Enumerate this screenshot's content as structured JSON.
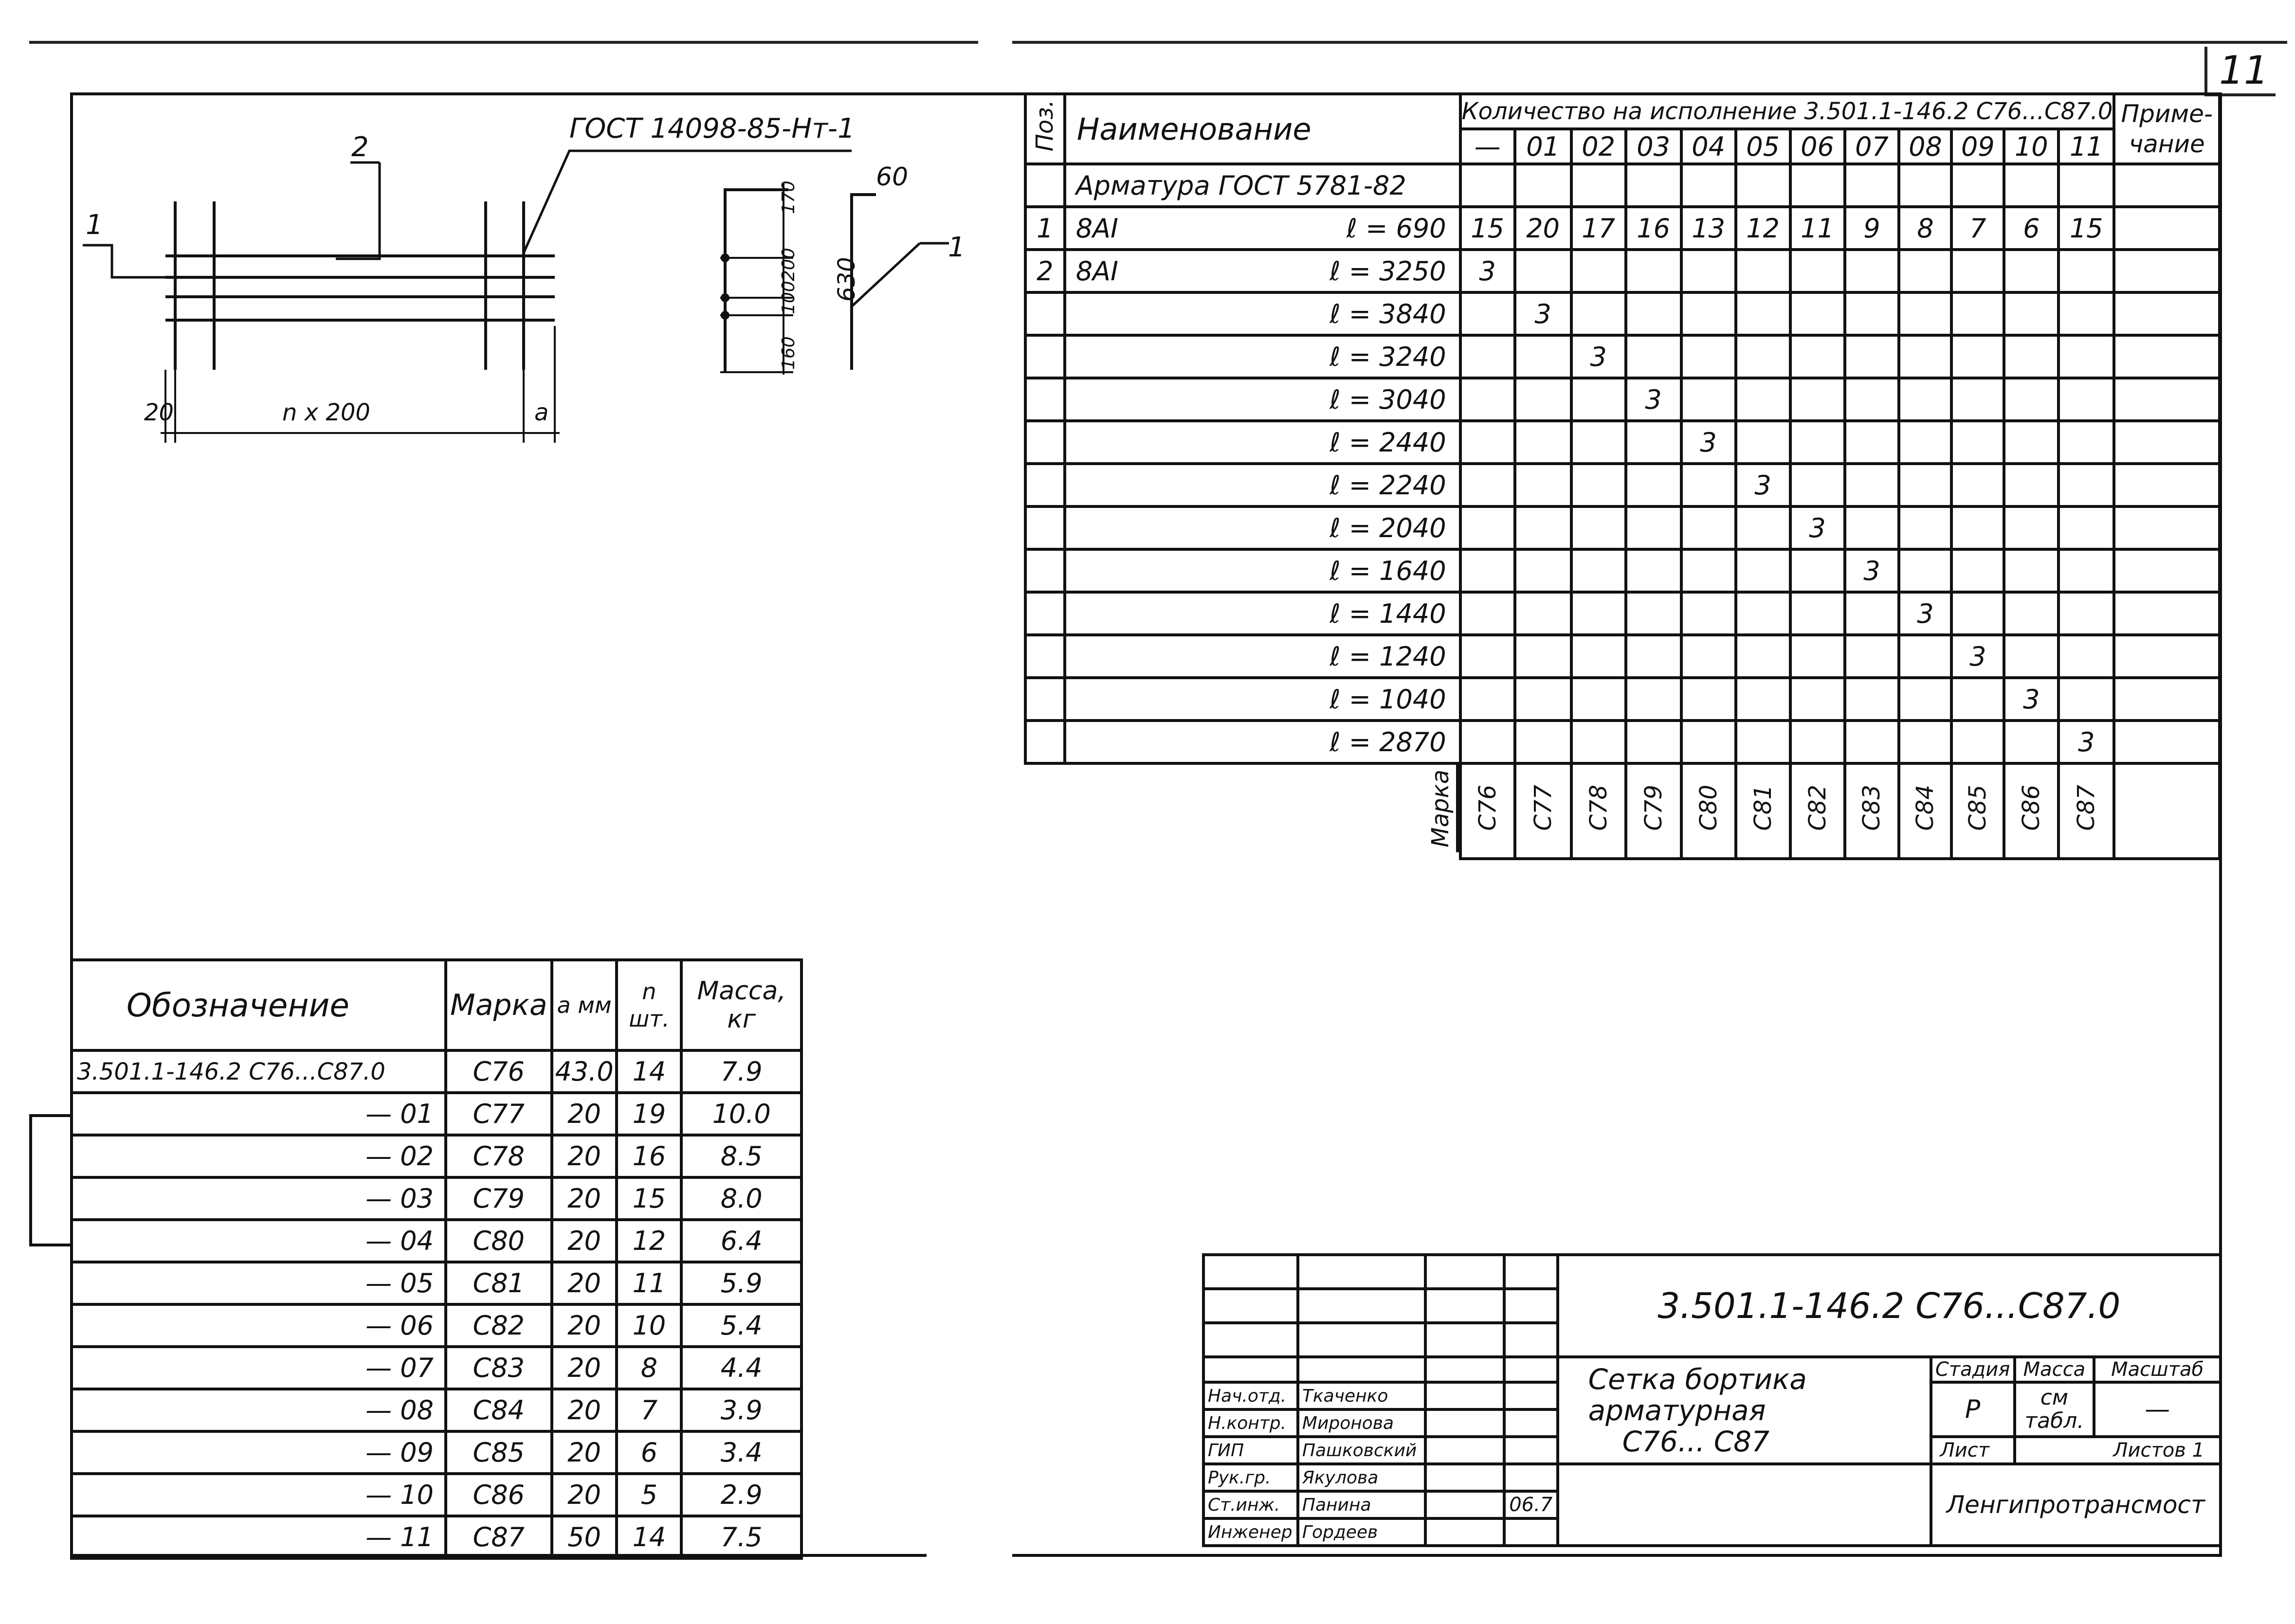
{
  "sheet": {
    "number": "11"
  },
  "drawing": {
    "standard_label": "ГОСТ 14098-85-Нт-1",
    "pos_label_1": "1",
    "pos_label_2": "2",
    "dim_left": "20",
    "dim_span": "n x 200",
    "dim_right": "a",
    "section_dims": [
      "170",
      "200",
      "100",
      "160"
    ],
    "section_height": "630",
    "section_top": "60",
    "section_pos": "1"
  },
  "spec_table": {
    "pos_header": "Поз.",
    "name_header": "Наименование",
    "qty_header": "Количество на исполнение 3.501.1-146.2   С76...С87.0",
    "note_header": "Приме-чание",
    "columns": [
      "—",
      "01",
      "02",
      "03",
      "04",
      "05",
      "06",
      "07",
      "08",
      "09",
      "10",
      "11"
    ],
    "section_title": "Арматура ГОСТ 5781-82",
    "rows": [
      {
        "pos": "1",
        "name": "8AI",
        "length": "ℓ = 690",
        "qty": [
          "15",
          "20",
          "17",
          "16",
          "13",
          "12",
          "11",
          "9",
          "8",
          "7",
          "6",
          "15"
        ]
      },
      {
        "pos": "2",
        "name": "8AI",
        "length": "ℓ = 3250",
        "qty": [
          "3",
          "",
          "",
          "",
          "",
          "",
          "",
          "",
          "",
          "",
          "",
          ""
        ]
      },
      {
        "pos": "",
        "name": "",
        "length": "ℓ = 3840",
        "qty": [
          "",
          "3",
          "",
          "",
          "",
          "",
          "",
          "",
          "",
          "",
          "",
          ""
        ]
      },
      {
        "pos": "",
        "name": "",
        "length": "ℓ = 3240",
        "qty": [
          "",
          "",
          "3",
          "",
          "",
          "",
          "",
          "",
          "",
          "",
          "",
          ""
        ]
      },
      {
        "pos": "",
        "name": "",
        "length": "ℓ = 3040",
        "qty": [
          "",
          "",
          "",
          "3",
          "",
          "",
          "",
          "",
          "",
          "",
          "",
          ""
        ]
      },
      {
        "pos": "",
        "name": "",
        "length": "ℓ = 2440",
        "qty": [
          "",
          "",
          "",
          "",
          "3",
          "",
          "",
          "",
          "",
          "",
          "",
          ""
        ]
      },
      {
        "pos": "",
        "name": "",
        "length": "ℓ = 2240",
        "qty": [
          "",
          "",
          "",
          "",
          "",
          "3",
          "",
          "",
          "",
          "",
          "",
          ""
        ]
      },
      {
        "pos": "",
        "name": "",
        "length": "ℓ = 2040",
        "qty": [
          "",
          "",
          "",
          "",
          "",
          "",
          "3",
          "",
          "",
          "",
          "",
          ""
        ]
      },
      {
        "pos": "",
        "name": "",
        "length": "ℓ = 1640",
        "qty": [
          "",
          "",
          "",
          "",
          "",
          "",
          "",
          "3",
          "",
          "",
          "",
          ""
        ]
      },
      {
        "pos": "",
        "name": "",
        "length": "ℓ = 1440",
        "qty": [
          "",
          "",
          "",
          "",
          "",
          "",
          "",
          "",
          "3",
          "",
          "",
          ""
        ]
      },
      {
        "pos": "",
        "name": "",
        "length": "ℓ = 1240",
        "qty": [
          "",
          "",
          "",
          "",
          "",
          "",
          "",
          "",
          "",
          "3",
          "",
          ""
        ]
      },
      {
        "pos": "",
        "name": "",
        "length": "ℓ = 1040",
        "qty": [
          "",
          "",
          "",
          "",
          "",
          "",
          "",
          "",
          "",
          "",
          "3",
          ""
        ]
      },
      {
        "pos": "",
        "name": "",
        "length": "ℓ = 2870",
        "qty": [
          "",
          "",
          "",
          "",
          "",
          "",
          "",
          "",
          "",
          "",
          "",
          "3"
        ]
      }
    ],
    "marka_label": "Марка",
    "marks": [
      "С76",
      "С77",
      "С78",
      "С79",
      "С80",
      "С81",
      "С82",
      "С83",
      "С84",
      "С85",
      "С86",
      "С87"
    ]
  },
  "designation_table": {
    "headers": {
      "designation": "Обозначение",
      "mark": "Марка",
      "a": "a мм",
      "n": "n шт.",
      "mass": "Масса, кг"
    },
    "rows": [
      {
        "designation": "3.501.1-146.2  С76...С87.0",
        "mark": "С76",
        "a": "43.0",
        "n": "14",
        "mass": "7.9"
      },
      {
        "designation": "— 01",
        "mark": "С77",
        "a": "20",
        "n": "19",
        "mass": "10.0"
      },
      {
        "designation": "— 02",
        "mark": "С78",
        "a": "20",
        "n": "16",
        "mass": "8.5"
      },
      {
        "designation": "— 03",
        "mark": "С79",
        "a": "20",
        "n": "15",
        "mass": "8.0"
      },
      {
        "designation": "— 04",
        "mark": "С80",
        "a": "20",
        "n": "12",
        "mass": "6.4"
      },
      {
        "designation": "— 05",
        "mark": "С81",
        "a": "20",
        "n": "11",
        "mass": "5.9"
      },
      {
        "designation": "— 06",
        "mark": "С82",
        "a": "20",
        "n": "10",
        "mass": "5.4"
      },
      {
        "designation": "— 07",
        "mark": "С83",
        "a": "20",
        "n": "8",
        "mass": "4.4"
      },
      {
        "designation": "— 08",
        "mark": "С84",
        "a": "20",
        "n": "7",
        "mass": "3.9"
      },
      {
        "designation": "— 09",
        "mark": "С85",
        "a": "20",
        "n": "6",
        "mass": "3.4"
      },
      {
        "designation": "— 10",
        "mark": "С86",
        "a": "20",
        "n": "5",
        "mass": "2.9"
      },
      {
        "designation": "— 11",
        "mark": "С87",
        "a": "50",
        "n": "14",
        "mass": "7.5"
      }
    ]
  },
  "title_block": {
    "code": "3.501.1-146.2   С76...С87.0",
    "title_lines": [
      "Сетка бортика",
      "арматурная",
      "С76... С87"
    ],
    "stage_header": "Стадия",
    "mass_header": "Масса",
    "scale_header": "Масштаб",
    "stage": "Р",
    "mass": "см табл.",
    "scale": "—",
    "sheet_label": "Лист",
    "sheets_label": "Листов 1",
    "org": "Ленгипротрансмост",
    "signatures": [
      {
        "role": "Нач.отд.",
        "name": "Ткаченко",
        "date": ""
      },
      {
        "role": "Н.контр.",
        "name": "Миронова",
        "date": ""
      },
      {
        "role": "ГИП",
        "name": "Пашковский",
        "date": ""
      },
      {
        "role": "Рук.гр.",
        "name": "Якулова",
        "date": ""
      },
      {
        "role": "Ст.инж.",
        "name": "Панина",
        "date": "06.7"
      },
      {
        "role": "Инженер",
        "name": "Гордеев",
        "date": ""
      }
    ]
  }
}
